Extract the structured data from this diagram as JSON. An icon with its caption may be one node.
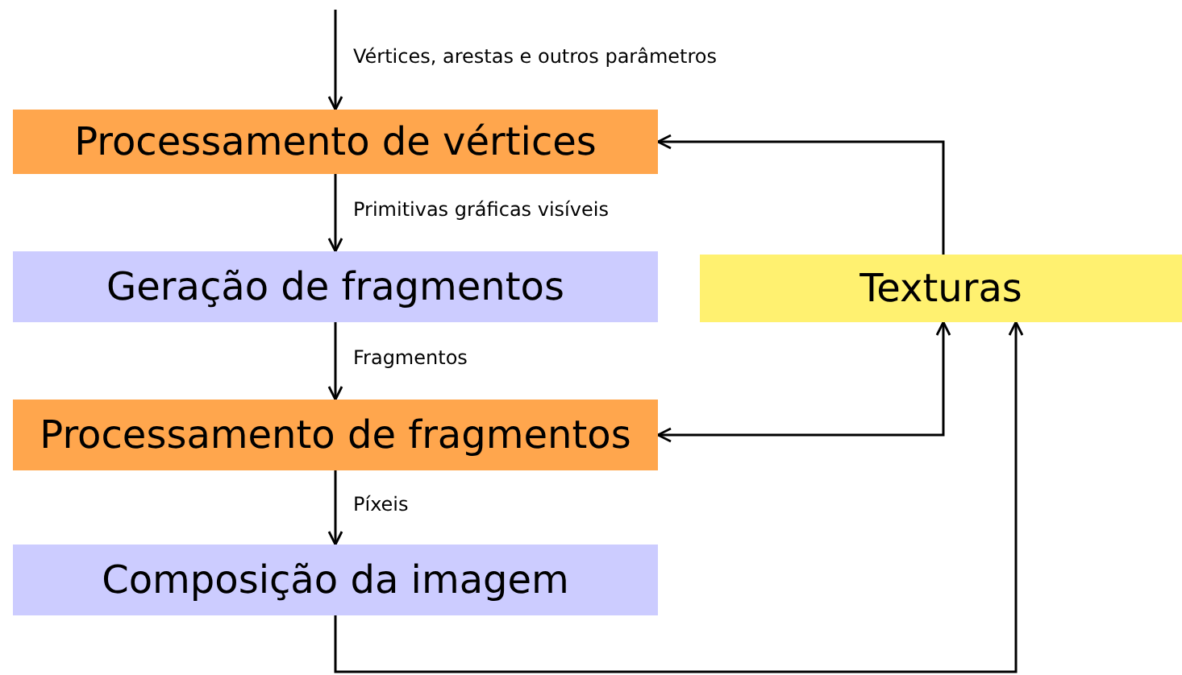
{
  "diagram": {
    "nodes": [
      {
        "text": [
          "Processamento de vértices"
        ]
      },
      {
        "text": [
          "Geração de fragmentos"
        ]
      },
      {
        "text": [
          "Processamento de fragmentos"
        ]
      },
      {
        "text": [
          "Composição da imagem"
        ]
      },
      {
        "text": [
          "Texturas"
        ]
      }
    ],
    "edges": [
      {
        "from": null,
        "to": 0,
        "arrow": "to",
        "label": "Vértices, arestas e outros parâmetros"
      },
      {
        "from": 0,
        "to": 1,
        "arrow": "to",
        "label": "Primitivas gráficas visíveis"
      },
      {
        "from": 1,
        "to": 2,
        "arrow": "to",
        "label": "Fragmentos"
      },
      {
        "from": 2,
        "to": 3,
        "arrow": "to",
        "label": "Píxeis"
      },
      {
        "from": 3,
        "to": 4,
        "arrow": "to"
      },
      {
        "from": 4,
        "to": 0,
        "arrow": "to"
      },
      {
        "from": 2,
        "to": 4,
        "arrow": "both"
      }
    ]
  }
}
